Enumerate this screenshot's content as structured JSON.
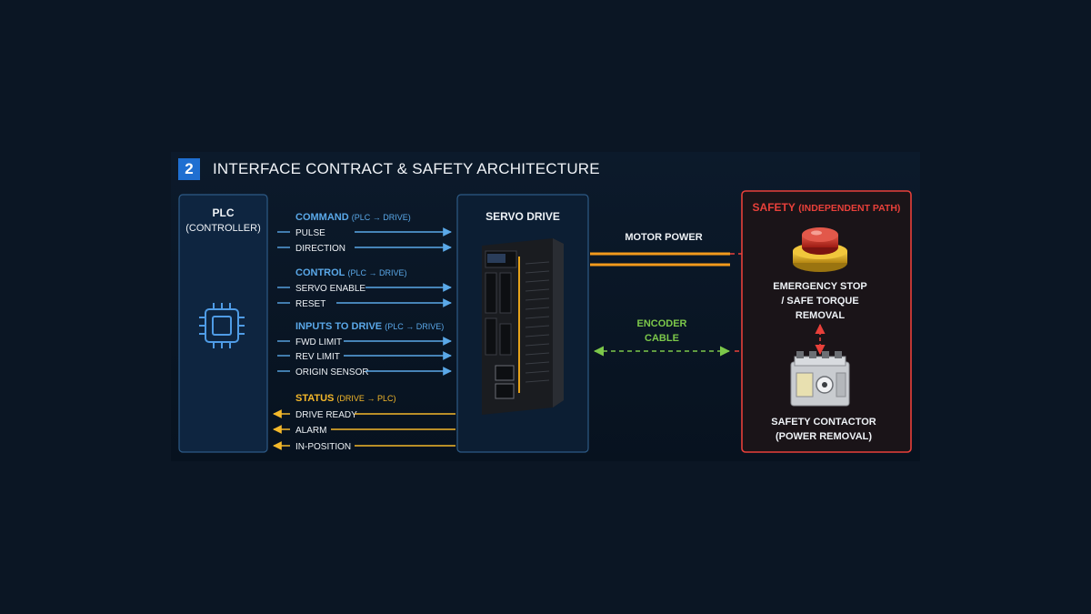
{
  "header": {
    "number": "2",
    "title": "INTERFACE CONTRACT & SAFETY ARCHITECTURE"
  },
  "plc": {
    "title": "PLC",
    "subtitle": "(CONTROLLER)",
    "icon": "chip-icon"
  },
  "groups": {
    "command": {
      "title": "COMMAND",
      "direction": "(PLC → DRIVE)",
      "signals": [
        "PULSE",
        "DIRECTION"
      ]
    },
    "control": {
      "title": "CONTROL",
      "direction": "(PLC → DRIVE)",
      "signals": [
        "SERVO ENABLE",
        "RESET"
      ]
    },
    "inputs": {
      "title": "INPUTS TO DRIVE",
      "direction": "(PLC → DRIVE)",
      "signals": [
        "FWD LIMIT",
        "REV LIMIT",
        "ORIGIN SENSOR"
      ]
    },
    "status": {
      "title": "STATUS",
      "direction": "(DRIVE → PLC)",
      "signals": [
        "DRIVE READY",
        "ALARM",
        "IN-POSITION"
      ]
    }
  },
  "drive": {
    "title": "SERVO DRIVE"
  },
  "motor_power": {
    "label": "MOTOR POWER"
  },
  "encoder": {
    "line1": "ENCODER",
    "line2": "CABLE"
  },
  "safety": {
    "title": "SAFETY",
    "subtitle": "(INDEPENDENT PATH)",
    "estop": {
      "line1": "EMERGENCY STOP",
      "line2": "/ SAFE TORQUE",
      "line3": "REMOVAL",
      "icon": "emergency-stop-icon"
    },
    "contactor": {
      "line1": "SAFETY CONTACTOR",
      "line2": "(POWER REMOVAL)",
      "icon": "safety-contactor-icon"
    }
  },
  "colors": {
    "blue": "#5aa8e8",
    "yellow": "#f4b82a",
    "orange": "#f29a1c",
    "green": "#7cc84a",
    "red": "#e8403a",
    "white": "#eef2f6"
  }
}
